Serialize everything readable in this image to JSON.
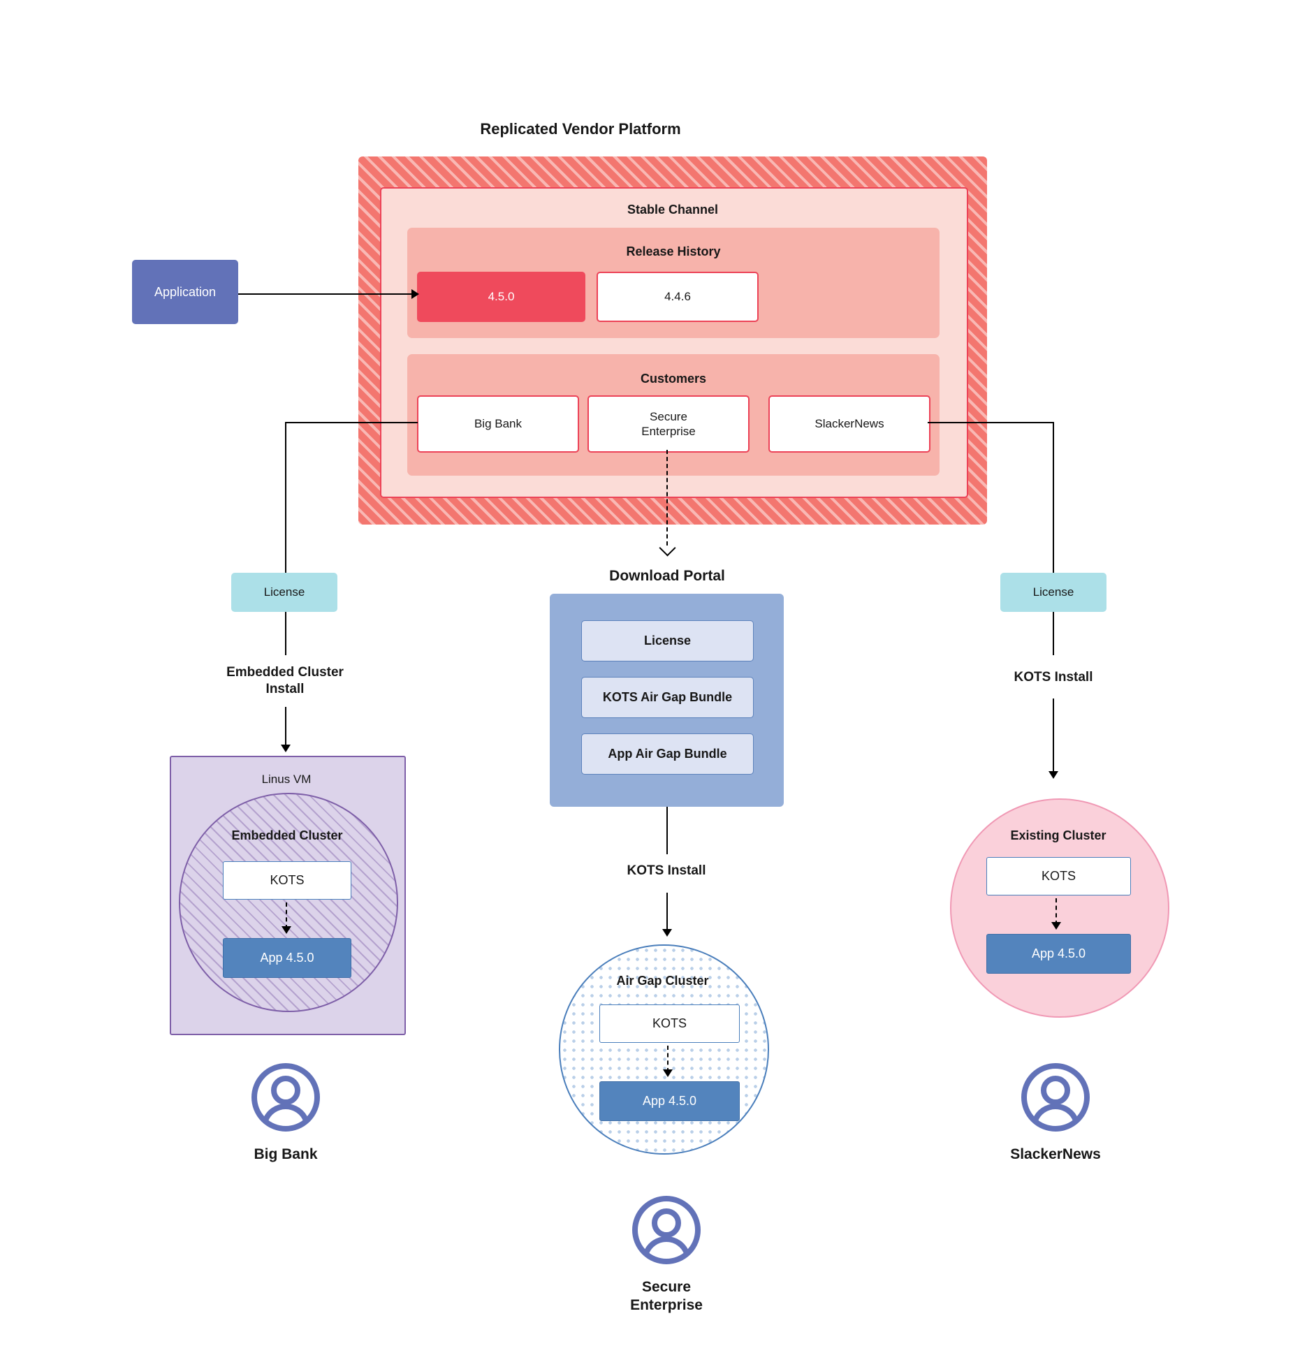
{
  "diagram": {
    "title": "Replicated Vendor Platform",
    "application": {
      "label": "Application"
    },
    "platform": {
      "channel_title": "Stable Channel",
      "release_history": {
        "title": "Release History",
        "releases": [
          {
            "version": "4.5.0",
            "state": "current"
          },
          {
            "version": "4.4.6",
            "state": "previous"
          }
        ]
      },
      "customers": {
        "title": "Customers",
        "items": [
          {
            "name": "Big Bank"
          },
          {
            "name": "Secure\nEnterprise"
          },
          {
            "name": "SlackerNews"
          }
        ]
      }
    },
    "branches": {
      "left": {
        "license_label": "License",
        "install_label": "Embedded Cluster\nInstall",
        "vm_label": "Linus VM",
        "cluster_label": "Embedded Cluster",
        "kots_label": "KOTS",
        "app_label": "App 4.5.0",
        "customer_label": "Big Bank"
      },
      "middle": {
        "portal_title": "Download  Portal",
        "portal_items": [
          "License",
          "KOTS Air Gap Bundle",
          "App Air Gap Bundle"
        ],
        "install_label": "KOTS Install",
        "cluster_label": "Air Gap Cluster",
        "kots_label": "KOTS",
        "app_label": "App 4.5.0",
        "customer_label": "Secure\nEnterprise"
      },
      "right": {
        "license_label": "License",
        "install_label": "KOTS Install",
        "cluster_label": "Existing Cluster",
        "kots_label": "KOTS",
        "app_label": "App 4.5.0",
        "customer_label": "SlackerNews"
      }
    },
    "colors": {
      "platform_hatch": "#f3766f",
      "channel_fill": "#fbdcd7",
      "band_fill": "#f7b3ab",
      "accent_red": "#ec4257",
      "release_current": "#ef4a5c",
      "application_blue": "#6272b8",
      "license_teal": "#ace0e8",
      "portal_blue": "#94aed8",
      "portal_item": "#dde3f3",
      "vm_purple": "#dcd3ea",
      "vm_border": "#7e5fa8",
      "cluster_blue": "#4a7ebb",
      "app_blue": "#5384bd",
      "existing_pink": "#fad0da",
      "existing_border": "#f098b4",
      "avatar_blue": "#6272b8"
    }
  }
}
